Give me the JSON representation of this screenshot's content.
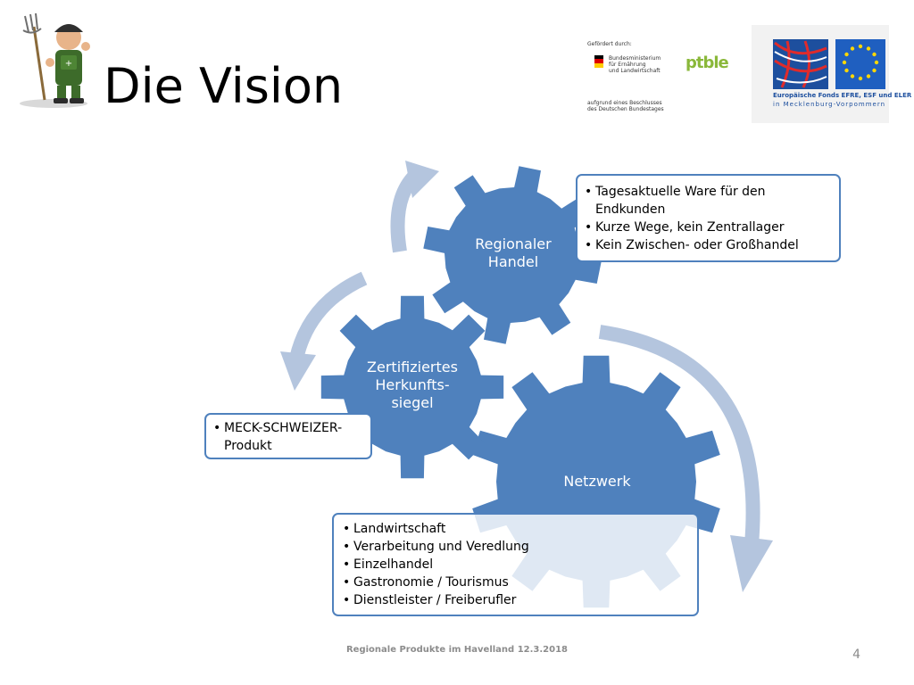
{
  "title": "Die Vision",
  "logos": {
    "funding_line1": "Gefördert durch:",
    "ministry_lines": [
      "Bundesministerium",
      "für Ernährung",
      "und Landwirtschaft"
    ],
    "decision_lines": [
      "aufgrund eines Beschlusses",
      "des Deutschen Bundestages"
    ],
    "ptble": "ptble",
    "eu_line1": "Europäische Fonds EFRE, ESF und ELER",
    "eu_line2": "in Mecklenburg-Vorpommern"
  },
  "gears": {
    "regional": {
      "line1": "Regionaler",
      "line2": "Handel"
    },
    "siegel": {
      "line1": "Zertifiziertes",
      "line2": "Herkunfts-",
      "line3": "siegel"
    },
    "netzwerk": {
      "line1": "Netzwerk"
    }
  },
  "callouts": {
    "regional": [
      "Tagesaktuelle Ware für den Endkunden",
      "Kurze  Wege, kein Zentrallager",
      "Kein Zwischen- oder Großhandel"
    ],
    "siegel": [
      "MECK-SCHWEIZER-Produkt"
    ],
    "netzwerk": [
      "Landwirtschaft",
      "Verarbeitung und Veredlung",
      "Einzelhandel",
      "Gastronomie / Tourismus",
      "Dienstleister / Freiberufler"
    ]
  },
  "colors": {
    "gear": "#4f81bd",
    "arrow": "#b4c5de",
    "border": "#4f81bd"
  },
  "footer": "Regionale Produkte im Havelland 12.3.2018",
  "page_number": "4"
}
